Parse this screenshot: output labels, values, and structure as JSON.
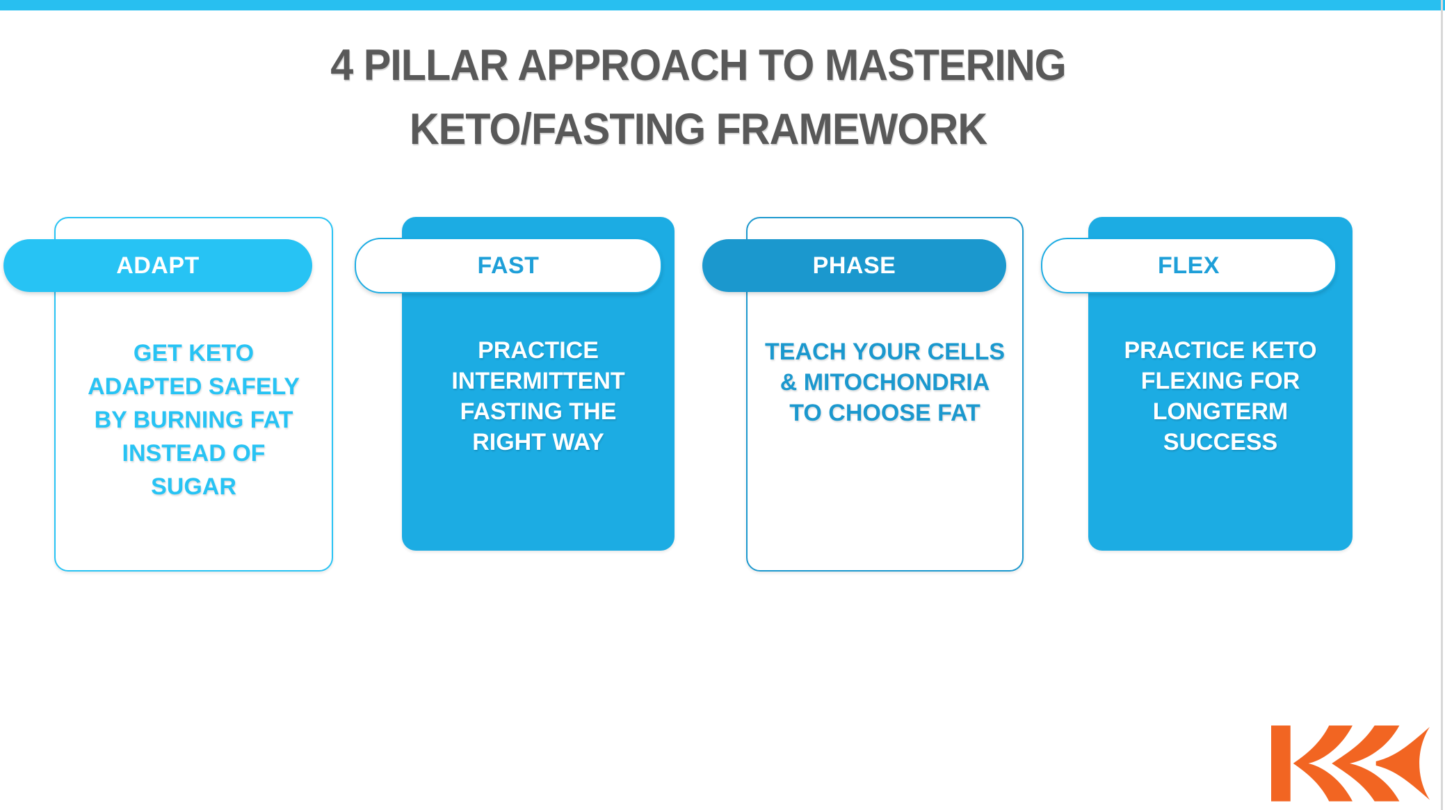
{
  "slide": {
    "title": "4 PILLAR APPROACH TO MASTERING\nKETO/FASTING FRAMEWORK",
    "title_color": "#595959",
    "top_bar_color": "#28bff0"
  },
  "pillars": [
    {
      "label": "ADAPT",
      "description": "GET KETO\nADAPTED SAFELY\nBY BURNING FAT\nINSTEAD OF\nSUGAR",
      "variant": "outline",
      "accent": "#27c3f4"
    },
    {
      "label": "FAST",
      "description": "PRACTICE\nINTERMITTENT\nFASTING THE\nRIGHT WAY",
      "variant": "filled",
      "accent": "#1cace3"
    },
    {
      "label": "PHASE",
      "description": "TEACH YOUR CELLS\n& MITOCHONDRIA\nTO CHOOSE FAT",
      "variant": "outline",
      "accent": "#1b98ce"
    },
    {
      "label": "FLEX",
      "description": "PRACTICE KETO\nFLEXING FOR\nLONGTERM\nSUCCESS",
      "variant": "filled",
      "accent": "#1cace3"
    }
  ],
  "brand": {
    "logo_icon": "kk-logo",
    "logo_color": "#F26522"
  }
}
